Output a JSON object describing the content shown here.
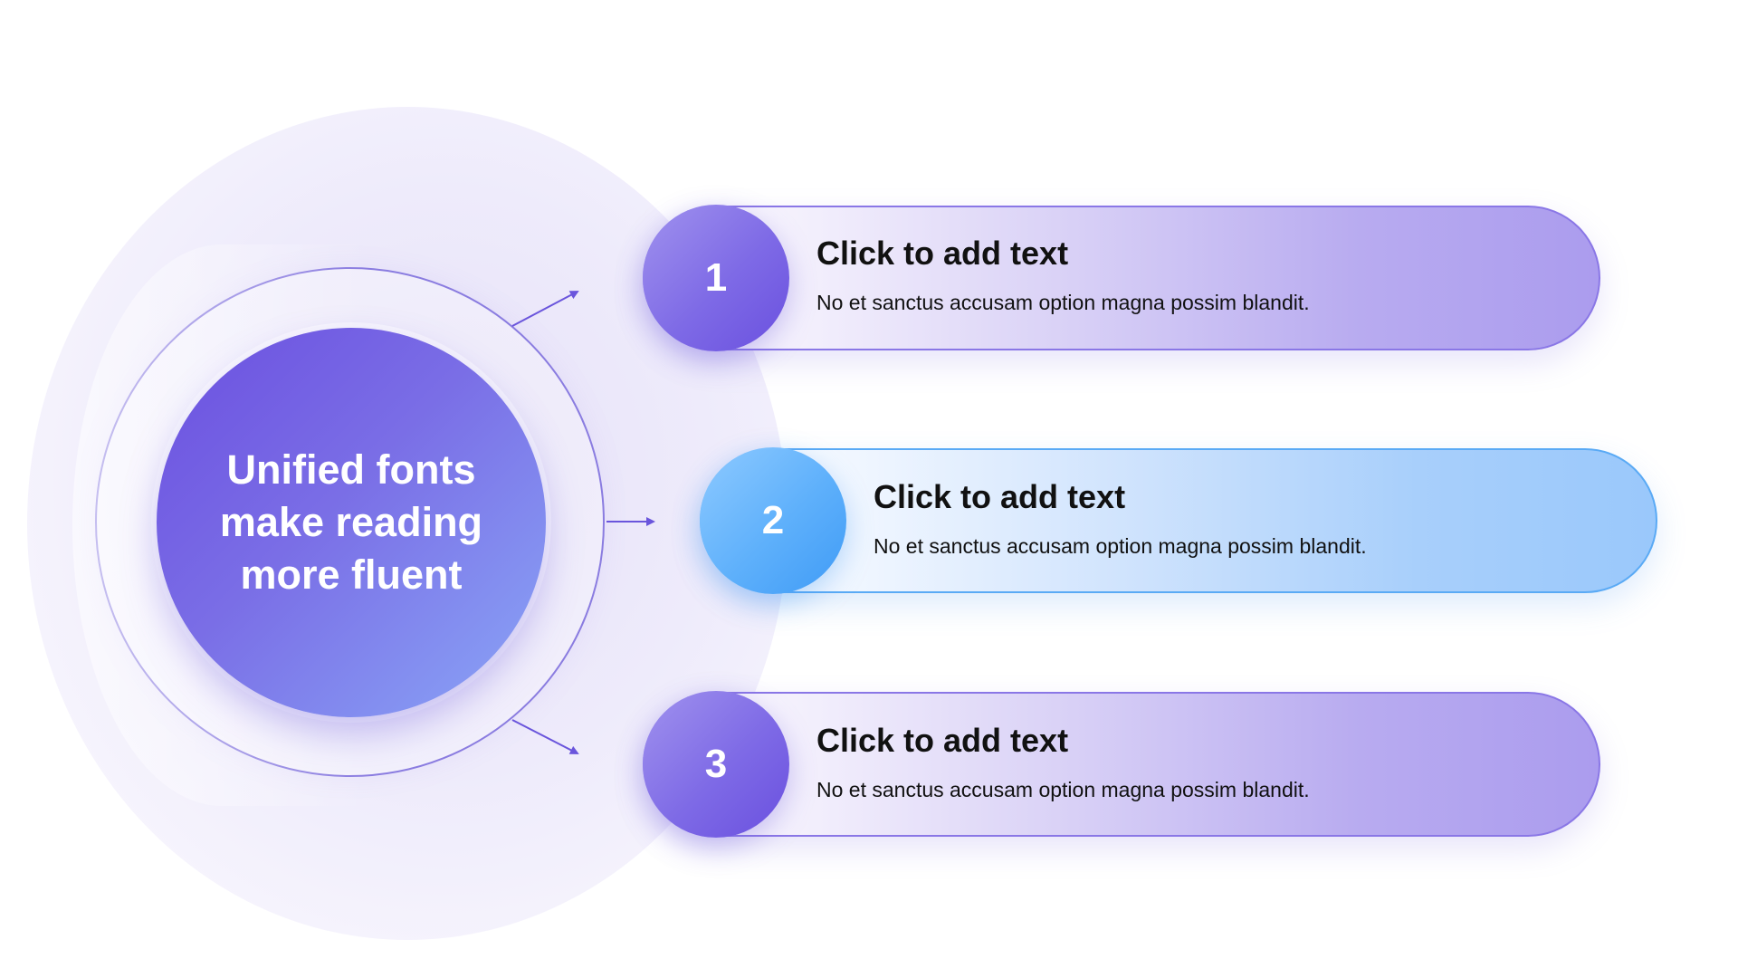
{
  "center": {
    "text": "Unified fonts make reading more fluent"
  },
  "items": [
    {
      "number": "1",
      "title": "Click to add text",
      "description": "No et sanctus accusam option magna possim blandit."
    },
    {
      "number": "2",
      "title": "Click to add text",
      "description": "No et sanctus accusam option magna possim blandit."
    },
    {
      "number": "3",
      "title": "Click to add text",
      "description": "No et sanctus accusam option magna possim blandit."
    }
  ],
  "colors": {
    "primary_purple": "#6b4fe0",
    "accent_blue": "#3f9bf6",
    "pill_purple_end": "#ab9cee",
    "pill_blue_end": "#9ac8fb"
  }
}
